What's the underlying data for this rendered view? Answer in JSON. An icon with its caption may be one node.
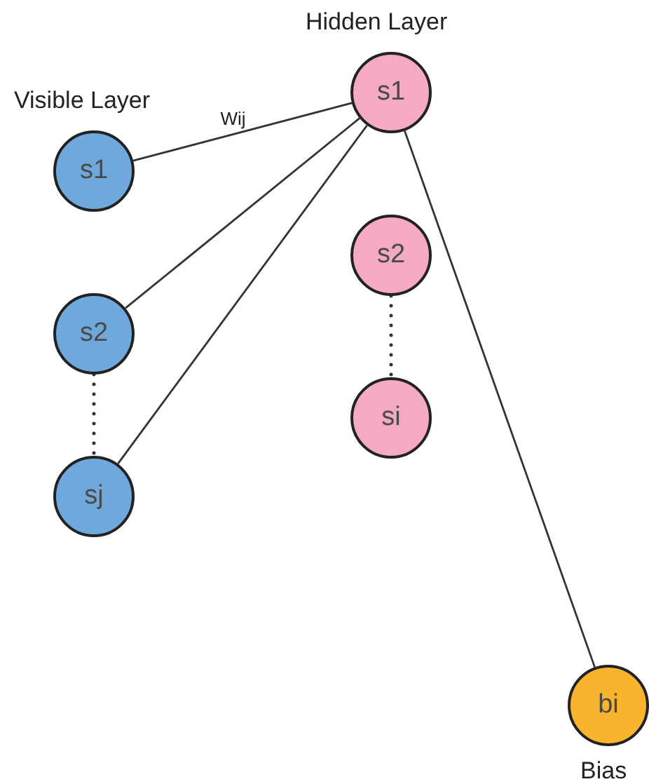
{
  "diagram": {
    "nodes": [
      {
        "text": [
          "s1"
        ]
      },
      {
        "text": [
          "s2"
        ]
      },
      {
        "text": [
          "sj"
        ]
      },
      {
        "text": [
          "s1"
        ]
      },
      {
        "text": [
          "s2"
        ]
      },
      {
        "text": [
          "si"
        ]
      },
      {
        "text": [
          "bi"
        ],
        "beside": [
          "Bias"
        ]
      }
    ],
    "edges": [
      {
        "from": 3,
        "to": 0,
        "arrow": "none",
        "label": "Wij"
      },
      {
        "from": 3,
        "to": 1,
        "arrow": "none"
      },
      {
        "from": 3,
        "to": 2,
        "arrow": "none"
      },
      {
        "from": 3,
        "to": 6,
        "arrow": "none"
      },
      {
        "from": 1,
        "to": 2,
        "arrow": "none",
        "style": "dashed"
      },
      {
        "from": 4,
        "to": 5,
        "arrow": "none",
        "style": "dashed"
      }
    ],
    "labels": [
      "Hidden Layer",
      "Visible Layer"
    ]
  }
}
